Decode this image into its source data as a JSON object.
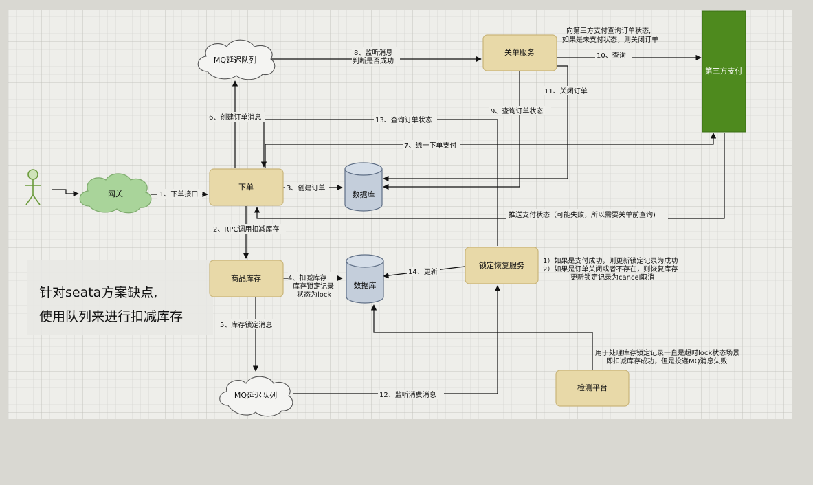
{
  "nodes": {
    "gateway": "网关",
    "order": "下单",
    "inventory": "商品库存",
    "db_order": "数据库",
    "db_inventory": "数据库",
    "mq_top": "MQ延迟队列",
    "mq_bottom": "MQ延迟队列",
    "close_service": "关单服务",
    "third_party": "第三方支付",
    "lock_recovery": "锁定恢复服务",
    "check_platform": "检测平台"
  },
  "edges": {
    "e1": "1、下单接口",
    "e2": "2、RPC调用扣减库存",
    "e3": "3、创建订单",
    "e4_1": "4、扣减库存",
    "e4_2": "库存锁定记录",
    "e4_3": "状态为lock",
    "e5": "5、库存锁定消息",
    "e6": "6、创建订单消息",
    "e7": "7、统一下单支付",
    "e8_1": "8、监听消息",
    "e8_2": "判断是否成功",
    "e9": "9、查询订单状态",
    "e10": "10、查询",
    "e11": "11、关闭订单",
    "e12": "12、监听消费消息",
    "e13": "13、查询订单状态",
    "e14": "14、更新",
    "push": "推送支付状态（可能失败，所以需要关单前查询)"
  },
  "notes": {
    "third_party_1": "向第三方支付查询订单状态,",
    "third_party_2": "如果是未支付状态，则关闭订单",
    "recovery_1": "1）如果是支付成功，则更新锁定记录为成功",
    "recovery_2": "2）如果是订单关闭或者不存在，则恢复库存",
    "recovery_3": "更新锁定记录为cancel取消",
    "check_1": "用于处理库存锁定记录一直是超时lock状态场景",
    "check_2": "即扣减库存成功，但是投递MQ消息失败"
  },
  "side_text": {
    "line1": "针对seata方案缺点,",
    "line2": "使用队列来进行扣减库存"
  },
  "colors": {
    "service_fill": "#e8d9a8",
    "service_stroke": "#c9b57a",
    "third_party_fill": "#4e8a1e",
    "db_fill": "#c4cedb",
    "cloud_green": "#a9d49a",
    "cloud_white": "#f4f4f2",
    "grid": "#cacaca",
    "canvas_bg": "#eeeeea"
  }
}
